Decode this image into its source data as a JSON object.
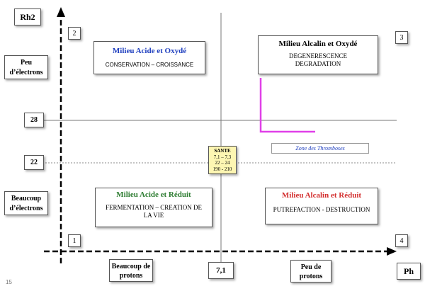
{
  "axes": {
    "y_label": "Rh2",
    "x_label": "Ph",
    "x_mid_value": "7,1",
    "x_left_label": "Beaucoup de protons",
    "x_right_label": "Peu de protons",
    "y_top_label": "Peu d’électrons",
    "y_bottom_label": "Beaucoup d’électrons",
    "y_value_28": "28",
    "y_value_22": "22"
  },
  "quadrants": {
    "q1": {
      "number": "1",
      "title": "Milieu Acide et Réduit",
      "line1": "FERMENTATION – CREATION DE",
      "line2": "LA VIE",
      "color": "#2e7d32"
    },
    "q2": {
      "number": "2",
      "title": "Milieu Acide et Oxydé",
      "line1": "CONSERVATION – CROISSANCE",
      "color": "#1f3fbf"
    },
    "q3": {
      "number": "3",
      "title": "Milieu Alcalin et Oxydé",
      "line1": "DEGENERESCENCE",
      "line2": "DEGRADATION",
      "color": "#000000"
    },
    "q4": {
      "number": "4",
      "title": "Milieu Alcalin et Réduit",
      "line1": "PUTREFACTION - DESTRUCTION",
      "color": "#d32f2f"
    }
  },
  "sante": {
    "title": "SANTE",
    "line1": "7,1 – 7,3",
    "line2": "22 – 24",
    "line3": "190 - 210",
    "bg": "#fdf6b2"
  },
  "thrombosis_zone": {
    "label": "Zone des Thromboses",
    "color": "#1f3fbf",
    "marker_color": "#e040e8"
  },
  "page_number": "15"
}
